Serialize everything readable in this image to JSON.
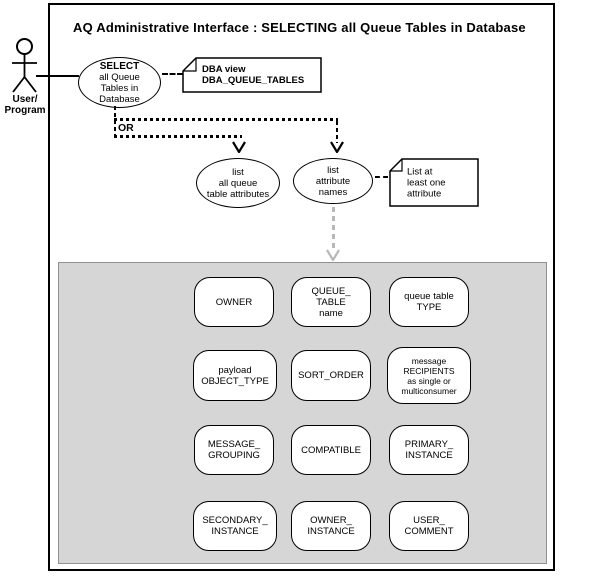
{
  "title": "AQ Administrative Interface : SELECTING all Queue Tables in Database",
  "actor": {
    "label": "User/\nProgram"
  },
  "select_ellipse": {
    "title": "SELECT",
    "body": "all Queue\nTables in\nDatabase"
  },
  "dba_note": {
    "text": "DBA view\nDBA_QUEUE_TABLES"
  },
  "or_label": "OR",
  "list_all_ellipse": {
    "text": "list\nall queue\ntable attributes"
  },
  "list_names_ellipse": {
    "text": "list\nattribute\nnames"
  },
  "attribute_note": {
    "text": "List at\nleast one\nattribute"
  },
  "colors": {
    "line": "#000000",
    "panel_bg": "#d6d6d6",
    "panel_border": "#919191",
    "muted_arrow": "#b8b8b8",
    "background": "#ffffff"
  },
  "attributes": [
    {
      "label": "OWNER"
    },
    {
      "label": "QUEUE_\nTABLE\nname"
    },
    {
      "label": "queue table\nTYPE"
    },
    {
      "label": "payload\nOBJECT_TYPE"
    },
    {
      "label": "SORT_ORDER"
    },
    {
      "label": "message\nRECIPIENTS\nas single or\nmulticonsumer"
    },
    {
      "label": "MESSAGE_\nGROUPING"
    },
    {
      "label": "COMPATIBLE"
    },
    {
      "label": "PRIMARY_\nINSTANCE"
    },
    {
      "label": "SECONDARY_\nINSTANCE"
    },
    {
      "label": "OWNER_\nINSTANCE"
    },
    {
      "label": "USER_\nCOMMENT"
    }
  ]
}
